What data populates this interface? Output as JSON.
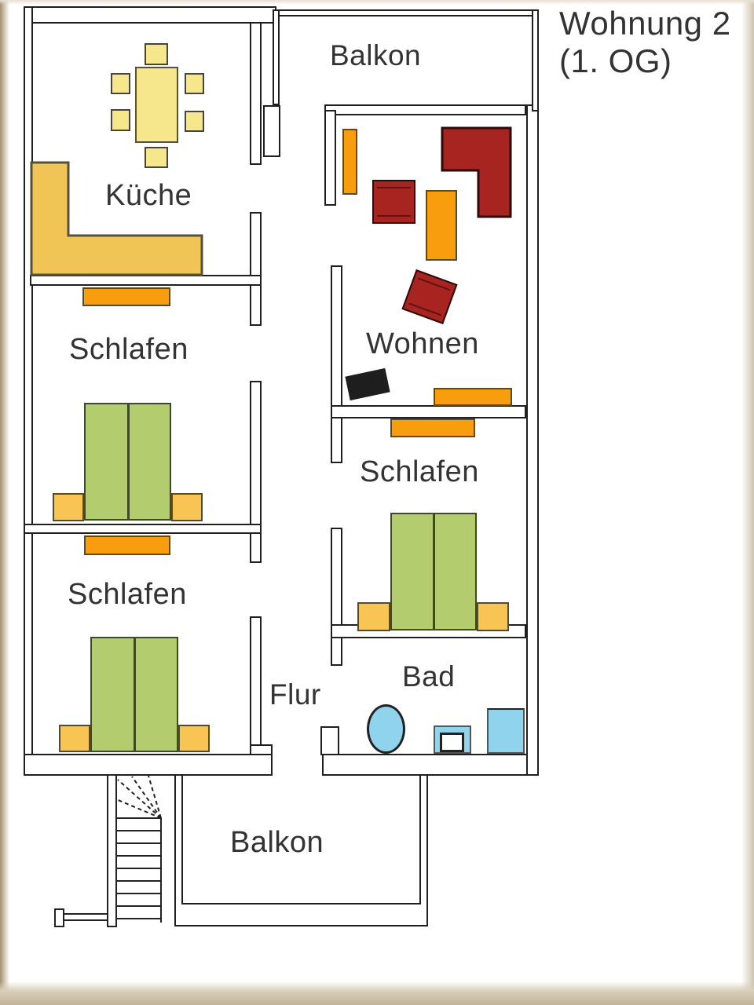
{
  "title": {
    "line1": "Wohnung 2",
    "line2": "(1. OG)"
  },
  "rooms": {
    "balcony_top": {
      "label": "Balkon"
    },
    "kitchen": {
      "label": "Küche"
    },
    "bedroom_left_1": {
      "label": "Schlafen"
    },
    "bedroom_left_2": {
      "label": "Schlafen"
    },
    "living_room": {
      "label": "Wohnen"
    },
    "bedroom_right": {
      "label": "Schlafen"
    },
    "bathroom": {
      "label": "Bad"
    },
    "hallway": {
      "label": "Flur"
    },
    "balcony_bottom": {
      "label": "Balkon"
    }
  },
  "furniture": {
    "kitchen": [
      "dining-table",
      "chair",
      "chair",
      "chair",
      "chair",
      "chair",
      "chair",
      "l-shaped-counter",
      "wardrobe"
    ],
    "bedroom_left_1": [
      "wardrobe",
      "double-bed",
      "nightstand",
      "nightstand"
    ],
    "bedroom_left_2": [
      "wardrobe",
      "double-bed",
      "nightstand",
      "nightstand"
    ],
    "living_room": [
      "radiator",
      "armchair",
      "side-table",
      "corner-sofa",
      "armchair-rotated",
      "tv",
      "sideboard"
    ],
    "bedroom_right": [
      "wardrobe",
      "double-bed",
      "nightstand",
      "nightstand"
    ],
    "bathroom": [
      "bathtub-oval",
      "toilet",
      "shower"
    ],
    "outside": [
      "staircase",
      "balcony-railing",
      "balcony-railing"
    ]
  },
  "colors": {
    "wall_line": "#1f1f1f",
    "floor": "#ffffff",
    "photo_edge": "#cbbda4",
    "table_yellow": "#f6e68c",
    "counter_gold": "#f0c455",
    "wardrobe_orange": "#f79d0e",
    "nightstand_yellow": "#f8c453",
    "bed_green": "#b3cd6e",
    "sofa_red": "#a82420",
    "tv_black": "#1e1e1e",
    "bath_blue": "#8fd3ec",
    "label_gray": "#333333"
  }
}
